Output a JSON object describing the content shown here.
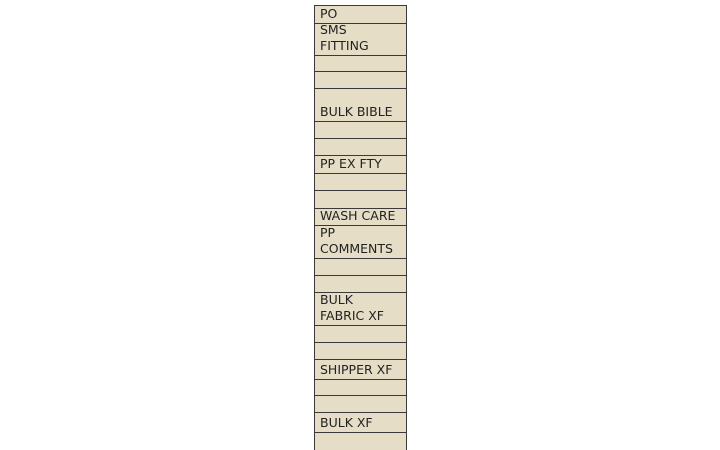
{
  "rows": [
    {
      "label": "PO"
    },
    {
      "label": "SMS\nFITTING"
    },
    {
      "label": ""
    },
    {
      "label": ""
    },
    {
      "label": "BULK BIBLE"
    },
    {
      "label": ""
    },
    {
      "label": ""
    },
    {
      "label": "PP EX FTY"
    },
    {
      "label": ""
    },
    {
      "label": ""
    },
    {
      "label": "WASH CARE"
    },
    {
      "label": "PP\nCOMMENTS"
    },
    {
      "label": ""
    },
    {
      "label": ""
    },
    {
      "label": "BULK\nFABRIC XF"
    },
    {
      "label": ""
    },
    {
      "label": ""
    },
    {
      "label": "SHIPPER XF"
    },
    {
      "label": ""
    },
    {
      "label": ""
    },
    {
      "label": "BULK XF"
    },
    {
      "label": ""
    }
  ],
  "colors": {
    "cell_background": "#e5ddc6",
    "border": "#3a3a3a",
    "text": "#222222"
  }
}
